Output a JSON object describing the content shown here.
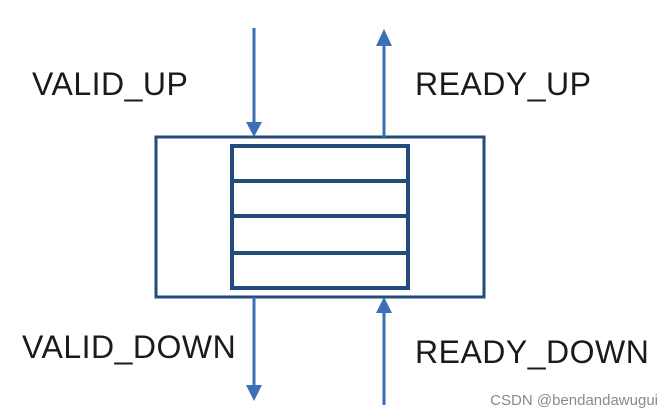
{
  "labels": {
    "valid_up": "VALID_UP",
    "ready_up": "READY_UP",
    "valid_down": "VALID_DOWN",
    "ready_down": "READY_DOWN"
  },
  "watermark": "CSDN @bendandawugui",
  "colors": {
    "arrow": "#3b6fb6",
    "box_stroke": "#244b7a",
    "text": "#1a1a1a"
  },
  "fifo_slots": 4
}
